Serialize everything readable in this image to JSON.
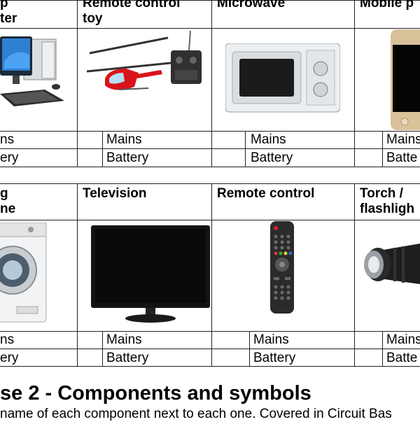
{
  "top_row": {
    "headers": [
      "p\nter",
      "Remote control\ntoy",
      "Microwave",
      "Mobile p"
    ],
    "mains": [
      "ns",
      "Mains",
      "Mains",
      "Mains"
    ],
    "battery": [
      "ery",
      "Battery",
      "Battery",
      "Batte"
    ]
  },
  "bottom_row": {
    "headers": [
      "g\nne",
      "Television",
      "Remote control",
      "Torch /\nflashligh"
    ],
    "mains": [
      "ns",
      "Mains",
      "Mains",
      "Mains"
    ],
    "battery": [
      "ery",
      "Battery",
      "Battery",
      "Batte"
    ]
  },
  "section": {
    "title": "se 2 - Components and symbols",
    "description": "name of each component next to each one. Covered in Circuit Bas"
  },
  "icons": [
    "desktop-computer-icon",
    "helicopter-toy-icon",
    "microwave-icon",
    "mobile-phone-icon",
    "washing-machine-icon",
    "television-icon",
    "remote-control-icon",
    "torch-icon"
  ]
}
